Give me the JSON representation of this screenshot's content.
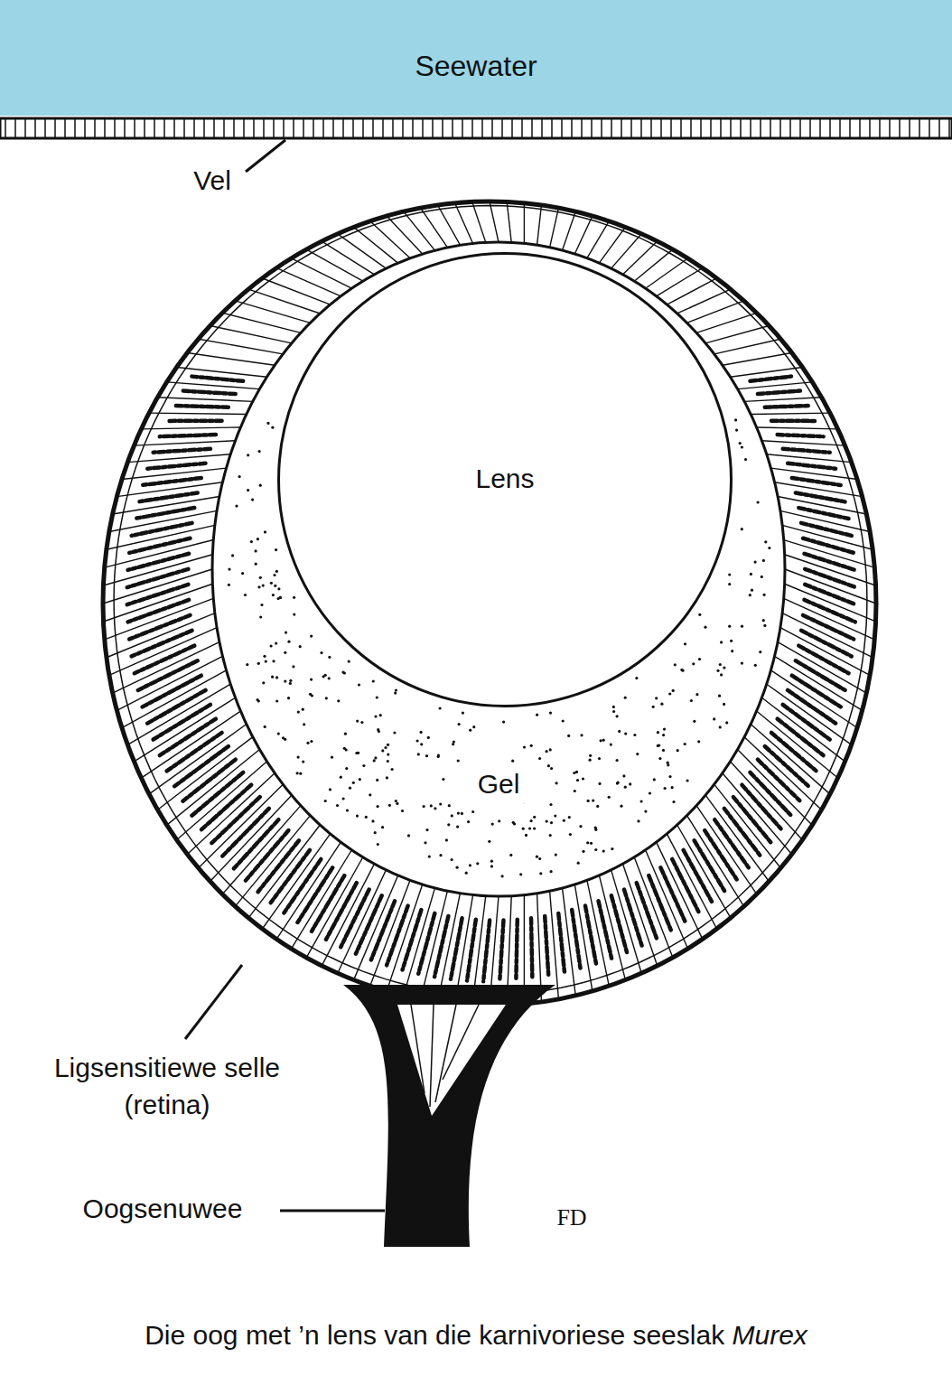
{
  "diagram": {
    "caption": "Die oog met ’n lens van die karnivoriese seeslak Murex",
    "nodes": [
      {
        "text": [
          "Seewater"
        ]
      },
      {
        "text": [
          "Gel"
        ]
      },
      {
        "text": [
          "Lens"
        ],
        "in": 1
      }
    ],
    "labels": [
      "Vel",
      "Ligsensitiewe selle (retina)",
      "Oogsenuwee",
      "FD"
    ]
  }
}
